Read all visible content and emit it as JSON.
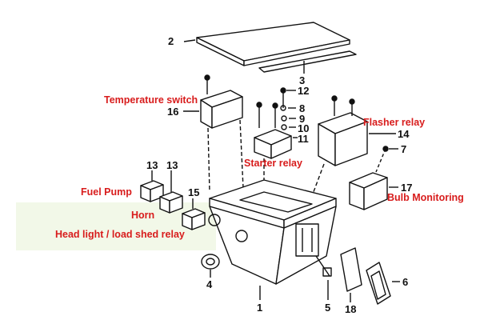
{
  "part_numbers": {
    "p1": "1",
    "p2": "2",
    "p3": "3",
    "p4": "4",
    "p5": "5",
    "p6": "6",
    "p7": "7",
    "p8": "8",
    "p9": "9",
    "p10": "10",
    "p11": "11",
    "p12": "12",
    "p13a": "13",
    "p13b": "13",
    "p14": "14",
    "p15": "15",
    "p16": "16",
    "p17": "17",
    "p18": "18"
  },
  "labels": {
    "temperature_switch": "Temperature switch",
    "flasher_relay": "Flasher relay",
    "starter_relay": "Starter relay",
    "fuel_pump": "Fuel Pump",
    "horn": "Horn",
    "bulb_monitoring": "Bulb Monitoring",
    "head_light_relay": "Head light / load shed relay"
  },
  "colors": {
    "label": "#d81c1c",
    "lines": "#111111",
    "highlight": "#f2f8e8"
  }
}
